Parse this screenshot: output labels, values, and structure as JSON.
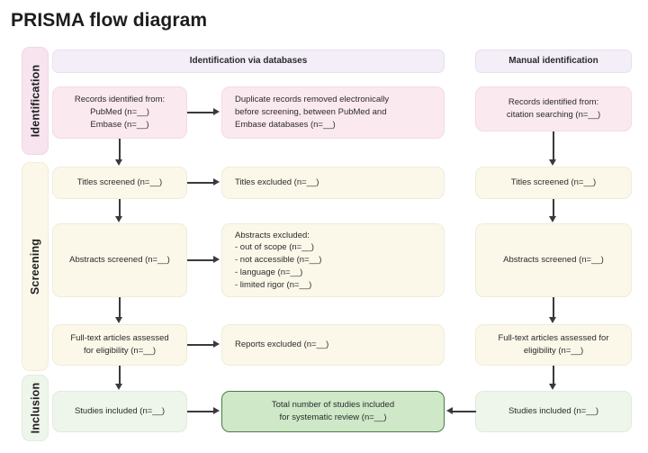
{
  "title": "PRISMA flow diagram",
  "colors": {
    "identification_fill": "#fbe9f0",
    "identification_stroke": "#f3dbe6",
    "banner_fill": "#f3eef7",
    "banner_stroke": "#e7e0ef",
    "screening_fill": "#fbf8e9",
    "screening_stroke": "#f0ecd9",
    "inclusion_fill": "#eef5ea",
    "inclusion_stroke": "#e1ebdb",
    "total_fill": "#cfe8c8",
    "total_stroke": "#4b7a46",
    "connector": "#3a3a3a",
    "background": "#ffffff",
    "text": "#2b2b2b"
  },
  "stages": [
    {
      "key": "identification",
      "label": "Identification"
    },
    {
      "key": "screening",
      "label": "Screening"
    },
    {
      "key": "inclusion",
      "label": "Inclusion"
    }
  ],
  "banners": {
    "databases": "Identification via databases",
    "manual": "Manual identification"
  },
  "columns": {
    "databases": {
      "records_identified": "Records identified from:\nPubMed (n=__)\nEmbase (n=__)",
      "duplicates_removed": "Duplicate records removed electronically\nbefore screening, between PubMed and\nEmbase databases (n=__)",
      "titles_screened": "Titles screened (n=__)",
      "titles_excluded": "Titles excluded  (n=__)",
      "abstracts_screened": "Abstracts screened (n=__)",
      "abstracts_excluded": "Abstracts excluded:\n- out of scope (n=__)\n- not accessible (n=__)\n- language (n=__)\n- limited rigor (n=__)",
      "fulltext_assessed": "Full-text articles assessed\nfor eligibility (n=__)",
      "reports_excluded": "Reports excluded (n=__)",
      "studies_included": "Studies included (n=__)"
    },
    "manual": {
      "records_identified": "Records identified from:\ncitation searching  (n=__)",
      "titles_screened": "Titles screened (n=__)",
      "abstracts_screened": "Abstracts screened (n=__)",
      "fulltext_assessed": "Full-text articles  assessed for\neligibility (n=__)",
      "studies_included": "Studies included (n=__)"
    }
  },
  "total": {
    "label": "Total number of studies included\nfor systematic review (n=__)"
  }
}
